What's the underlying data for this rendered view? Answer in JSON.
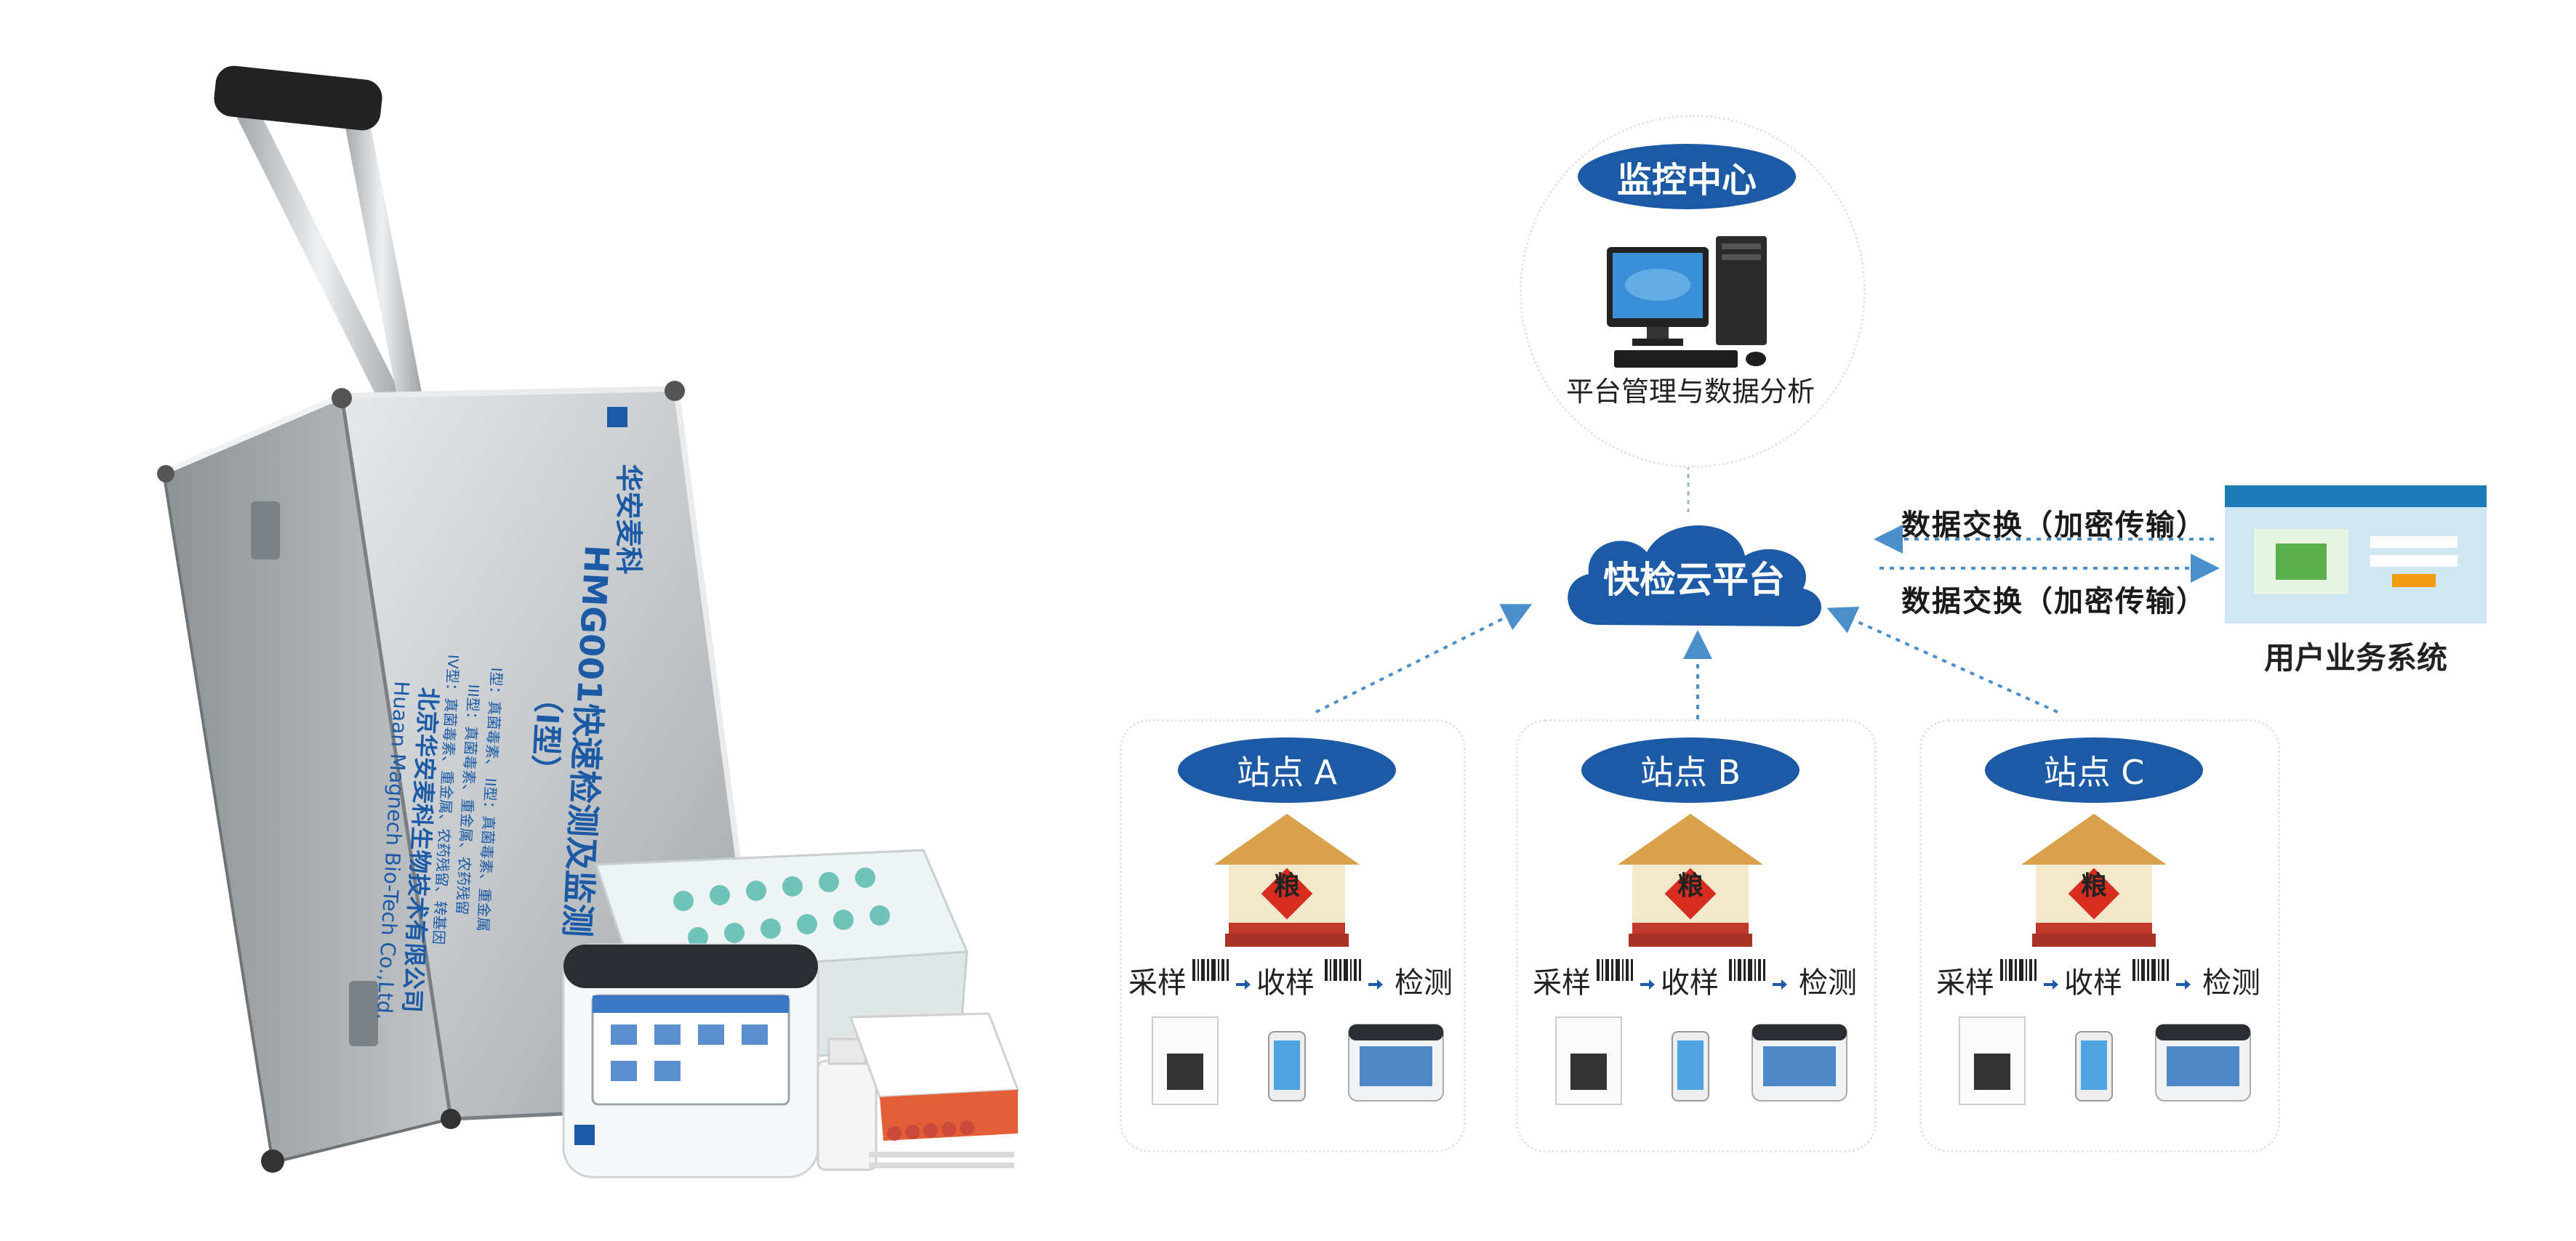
{
  "product": {
    "brand_name": "华安麦科",
    "model_title": "HMG001快速检测及监测",
    "model_type": "（I型）",
    "features": [
      "I型：真菌毒素、 II型：真菌毒素、重金属",
      "III型：真菌毒素、重金属、农药残留",
      "IV型：真菌毒素、重金属、农药残留、转基因"
    ],
    "company_cn": "北京华安麦科生物技术有限公司",
    "company_en": "Huaan Magnech Bio-Tech Co.,Ltd."
  },
  "diagram": {
    "monitor_center": {
      "title": "监控中心",
      "caption": "平台管理与数据分析"
    },
    "cloud": {
      "label": "快检云平台"
    },
    "data_exchange": [
      "数据交换（加密传输）",
      "数据交换（加密传输）"
    ],
    "user_system": {
      "label": "用户业务系统"
    },
    "stations": [
      {
        "name": "站点 A",
        "steps": [
          "采样",
          "收样",
          "检测"
        ],
        "granary_char": "粮"
      },
      {
        "name": "站点 B",
        "steps": [
          "采样",
          "收样",
          "检测"
        ],
        "granary_char": "粮"
      },
      {
        "name": "站点 C",
        "steps": [
          "采样",
          "收样",
          "检测"
        ],
        "granary_char": "粮"
      }
    ]
  },
  "colors": {
    "label_blue": "#1c5aa6",
    "cloud_blue": "#1c5aa6",
    "arrow_blue": "#4a8fcc",
    "case_silver": "#b9bdc0",
    "granary_roof": "#d9a24a",
    "granary_wall": "#f3e8c9",
    "granary_brick": "#c0392b"
  }
}
